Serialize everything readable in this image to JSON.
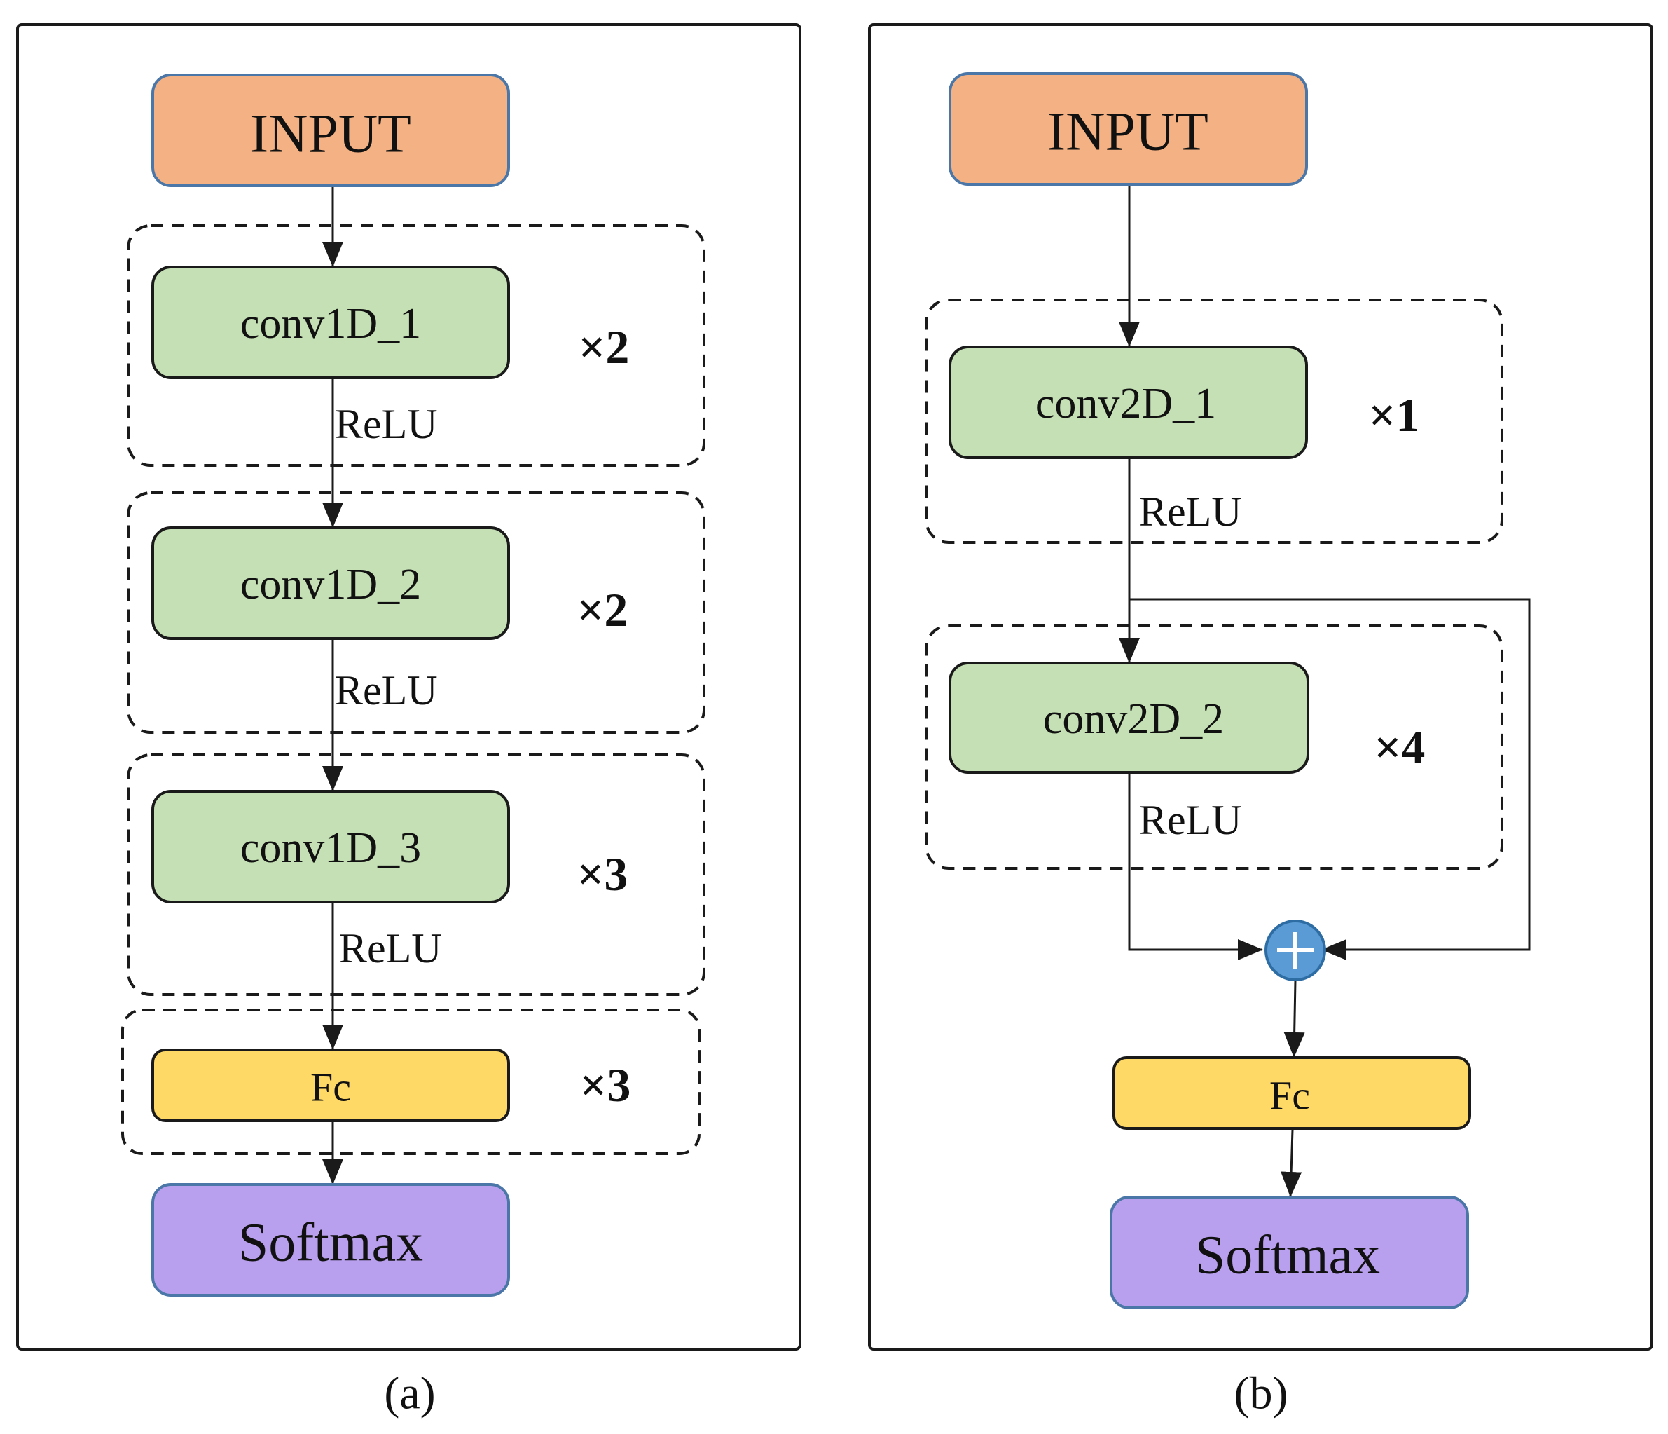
{
  "panel_a": {
    "input": "INPUT",
    "conv1": "conv1D_1",
    "conv2": "conv1D_2",
    "conv3": "conv1D_3",
    "fc": "Fc",
    "softmax": "Softmax",
    "relu1": "ReLU",
    "relu2": "ReLU",
    "relu3": "ReLU",
    "mult1": "×2",
    "mult2": "×2",
    "mult3": "×3",
    "mult4": "×3",
    "caption": "(a)"
  },
  "panel_b": {
    "input": "INPUT",
    "conv1": "conv2D_1",
    "conv2": "conv2D_2",
    "fc": "Fc",
    "softmax": "Softmax",
    "relu1": "ReLU",
    "relu2": "ReLU",
    "mult1": "×1",
    "mult2": "×4",
    "add_symbol": "+",
    "caption": "(b)"
  },
  "colors": {
    "input_fill": "#F4B183",
    "conv_fill": "#C5E0B4",
    "fc_fill": "#FFD966",
    "softmax_fill": "#B9A0EE",
    "add_node_fill": "#5B9BD5"
  }
}
